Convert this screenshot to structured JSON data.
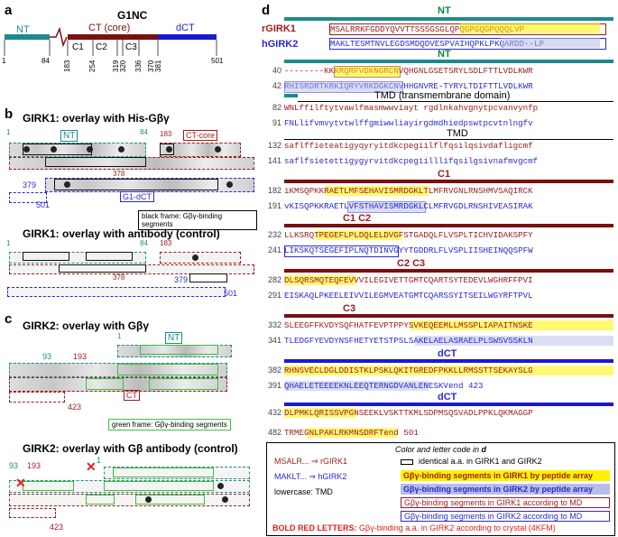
{
  "panel_a": {
    "letter": "a",
    "title": "G1NC",
    "labels": {
      "nt": "NT",
      "ct_core": "CT (core)",
      "dct": "dCT",
      "c1": "C1",
      "c2": "C2",
      "c3": "C3"
    },
    "ticks": [
      "1",
      "84",
      "183",
      "254",
      "319",
      "320",
      "336",
      "370",
      "381",
      "501"
    ],
    "colors": {
      "nt": "#1e8a8a",
      "ct": "#7a1010",
      "dct": "#1a1ad0"
    }
  },
  "panel_b": {
    "letter": "b",
    "title1": "GIRK1: overlay with His-Gβγ",
    "title2": "GIRK1: overlay with antibody (control)",
    "labels": {
      "nt": "NT",
      "ct_core": "CT-core",
      "g1dct": "G1-dCT"
    },
    "nums": [
      "1",
      "84",
      "183",
      "378",
      "379",
      "501"
    ],
    "note": "black frame: Gβγ-binding segments"
  },
  "panel_c": {
    "letter": "c",
    "title1": "GIRK2: overlay with Gβγ",
    "title2": "GIRK2: overlay with Gβ antibody (control)",
    "labels": {
      "nt": "NT",
      "ct": "CT"
    },
    "nums": [
      "93",
      "193",
      "1",
      "423"
    ],
    "note": "green frame: Gβγ-binding segments"
  },
  "panel_d": {
    "letter": "d",
    "rows": [
      {
        "section": "NT",
        "n1": "1",
        "s1": "MSALRRKFGDDYQVVTTSSSGSGLQPQGPGQGPQQQLVP",
        "n2": "1",
        "s2": "MAKLTESMTNVLEGDSMDQDVESPVAIHQPKLPKQARDD--LP",
        "lab1": "rGIRK1",
        "lab2": "hGIRK2"
      },
      {
        "section": "NT",
        "n1": "40",
        "s1": "--------KKKRQRFVDKNGRCNVQHGNLGSETSRYLSDLFTTLVDLKWR",
        "n2": "42",
        "s2": "RHISRDRTKRKIQRYVRKDGKCNVHHGNVRE-TYRYLTDIFTTLVDLKWR"
      },
      {
        "section": "TMD (transmembrane domain)",
        "n1": "82",
        "s1": "WNLffilftytvawlfmasmwwviayt rgdlnkahvgnytpcvanvynfp",
        "n2": "91",
        "s2": "FNLlifvmvytvtwlffgmiwwliayirgdmdhiedpswtpcvtnlngfv"
      },
      {
        "section": "TMD",
        "n1": "132",
        "s1": "saflffieteatigyqyryitdkcpegiilflfqsilqsivdafligcmf",
        "n2": "141",
        "s2": "saflfsietettigygyrvitdkcpegiilllifqsilgsivnafmvgcmf"
      },
      {
        "section": "C1",
        "n1": "182",
        "s1": "iKMSQPKKRAETLMFSEHAVISMRDGKLTLMFRVGNLRNSHMVSAQIRCK",
        "n2": "191",
        "s2": "vKISQPKKRAETLVFSTHAVISMRDGKLCLMFRVGDLRNSHIVEASIRAK"
      },
      {
        "section": "C1 C2",
        "n1": "232",
        "s1": "LLKSRQTPEGEFLPLDQLELDVGFSTGADQLFLVSPLTICHVIDAKSPFY",
        "n2": "241",
        "s2": "LIKSKQTSEGEFIPLNQTDINVGYYTGDDRLFLVSPLIISHEINQQSPFW"
      },
      {
        "section": "C2 C3",
        "n1": "282",
        "s1": "DLSQRSMQTEQFEVVVILEGIVETTGMTCQARTSYTEDEVLWGHRFFPVI",
        "n2": "291",
        "s2": "EISKAQLPKEELEIVVILEGMVEATGMTCQARSSYITSEILWGYRFTPVL"
      },
      {
        "section": "C3",
        "n1": "332",
        "s1": "SLEEGFFKVDYSQFHATFEVPTPPYSVKEQEEMLLMSSPLIAPAITNSKE",
        "n2": "341",
        "s2": "TLEDGFYEVDYNSFHETYETSTPSLSAKELAELASRAELPLSWSVSSKLN"
      },
      {
        "section": "dCT",
        "n1": "382",
        "s1": "RHNSVECLDGLDDISTKLPSKLQKITGREDFPKKLLRMSSTTSEKAYSLG",
        "n2": "391",
        "s2": "QHAELETEEEEKNLEEQTERNGDVANLENESKVend 423"
      },
      {
        "section": "dCT",
        "n1": "432",
        "s1": "DLPMKLQRISSVPGNSEEKLVSKTTKMLSDPMSQSVADLPPKLQKMAGGP",
        "n2": "482",
        "s2": "TRMEGNLPAKLRKMNSDRFTend 501"
      }
    ],
    "legend": {
      "title": "Color and letter code in",
      "title_bold": "d",
      "items": [
        {
          "left": "MSALR... ⇒ rGIRK1",
          "right": "identical a.a. in GIRK1 and GIRK2"
        },
        {
          "left": "MAKLT... ⇒ hGIRK2",
          "right": "Gβγ-binding segments in GIRK1 by peptide array"
        },
        {
          "left": "lowercase: TMD",
          "right": "Gβγ-binding segments in GIRK2 by peptide array"
        },
        {
          "left": "",
          "right": "Gβγ-binding segments in GIRK1 according to MD"
        },
        {
          "left": "",
          "right": "Gβγ-binding segments in GIRK2 according to MD"
        }
      ],
      "bottom_bold": "BOLD RED LETTERS:",
      "bottom_rest": "Gβγ-binding a.a. in GIRK2 according to crystal (4KFM)"
    }
  }
}
